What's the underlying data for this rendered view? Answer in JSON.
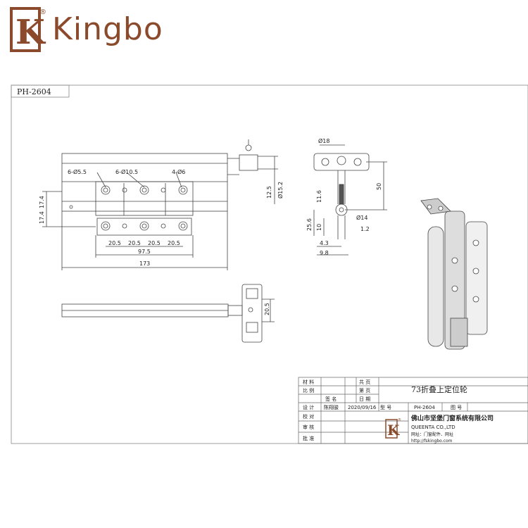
{
  "brand": {
    "name": "Kingbo",
    "registered_mark": "®",
    "logo_letter": "K",
    "color": "#8a4a2b"
  },
  "drawing_code": "PH-2604",
  "dimensions": {
    "front": {
      "d1": "6-Ø5.5",
      "d2": "6-Ø10.5",
      "d3": "4-Ø6",
      "pitch": "20.5",
      "w1": "97.5",
      "w2": "173",
      "h1": "17.4",
      "h2": "17.4"
    },
    "side": {
      "dia18": "Ø18",
      "len50": "50",
      "h11_6": "11.6",
      "dia14": "Ø14",
      "h25_6": "25.6",
      "h10": "10",
      "w1_2": "1.2",
      "w4_3": "4.3",
      "w9_8": "9.8",
      "h12_5": "12.5",
      "dia15_2": "Ø15.2"
    },
    "bottom": {
      "h": "20.5"
    }
  },
  "title_block": {
    "material": "材 料",
    "scale": "比 例",
    "total_pages": "共 页",
    "page": "第 页",
    "sign": "签 名",
    "date_label": "日 期",
    "design": "设 计",
    "designer": "陈翔骏",
    "date": "2020/09/16",
    "model_label": "型 号",
    "model": "PH-2604",
    "drawing_no_label": "图 号",
    "check": "校 对",
    "review": "审 核",
    "approve": "批 准",
    "product_name": "73折叠上定位轮",
    "company_cn": "佛山市坚堡门窗系统有限公司",
    "company_en": "QUEENTA CO.,LTD",
    "products": "网址：门窗配件、网址",
    "url": "http://fskingbo.com"
  }
}
